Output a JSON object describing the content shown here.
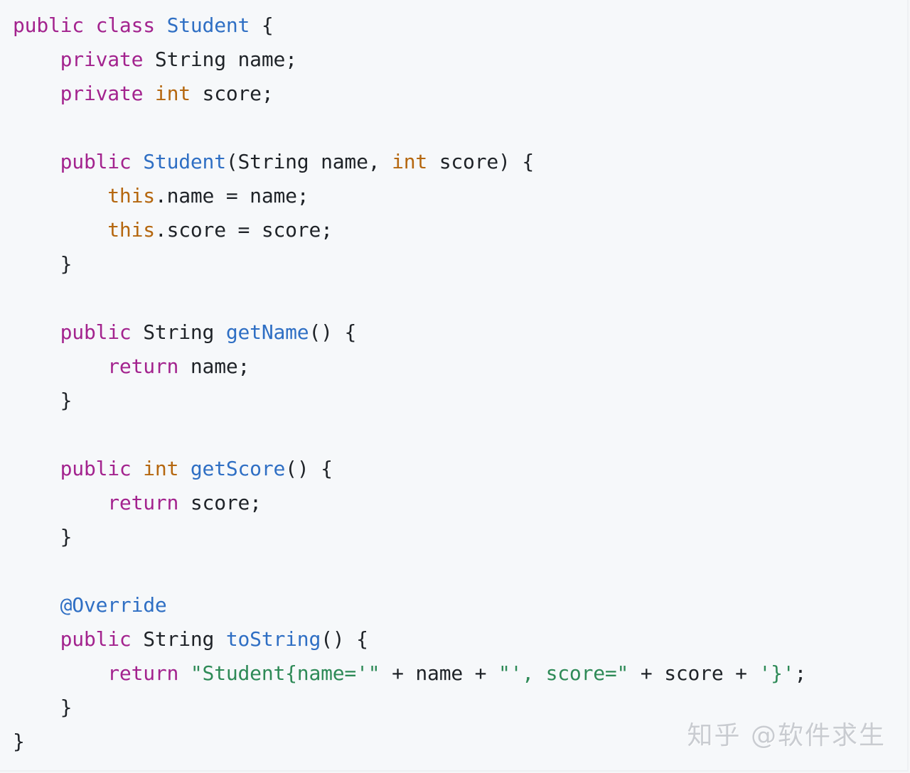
{
  "code": {
    "language": "java",
    "lines": [
      [
        {
          "t": "public ",
          "c": "kw"
        },
        {
          "t": "class ",
          "c": "kw"
        },
        {
          "t": "Student",
          "c": "fn"
        },
        {
          "t": " {",
          "c": "plain"
        }
      ],
      [
        {
          "t": "    ",
          "c": "plain"
        },
        {
          "t": "private ",
          "c": "kw"
        },
        {
          "t": "String name;",
          "c": "plain"
        }
      ],
      [
        {
          "t": "    ",
          "c": "plain"
        },
        {
          "t": "private ",
          "c": "kw"
        },
        {
          "t": "int",
          "c": "type"
        },
        {
          "t": " score;",
          "c": "plain"
        }
      ],
      [],
      [
        {
          "t": "    ",
          "c": "plain"
        },
        {
          "t": "public ",
          "c": "kw"
        },
        {
          "t": "Student",
          "c": "fn"
        },
        {
          "t": "(String name, ",
          "c": "plain"
        },
        {
          "t": "int",
          "c": "type"
        },
        {
          "t": " score) {",
          "c": "plain"
        }
      ],
      [
        {
          "t": "        ",
          "c": "plain"
        },
        {
          "t": "this",
          "c": "type"
        },
        {
          "t": ".name = name;",
          "c": "plain"
        }
      ],
      [
        {
          "t": "        ",
          "c": "plain"
        },
        {
          "t": "this",
          "c": "type"
        },
        {
          "t": ".score = score;",
          "c": "plain"
        }
      ],
      [
        {
          "t": "    }",
          "c": "plain"
        }
      ],
      [],
      [
        {
          "t": "    ",
          "c": "plain"
        },
        {
          "t": "public ",
          "c": "kw"
        },
        {
          "t": "String ",
          "c": "plain"
        },
        {
          "t": "getName",
          "c": "fn"
        },
        {
          "t": "() {",
          "c": "plain"
        }
      ],
      [
        {
          "t": "        ",
          "c": "plain"
        },
        {
          "t": "return ",
          "c": "kw"
        },
        {
          "t": "name;",
          "c": "plain"
        }
      ],
      [
        {
          "t": "    }",
          "c": "plain"
        }
      ],
      [],
      [
        {
          "t": "    ",
          "c": "plain"
        },
        {
          "t": "public ",
          "c": "kw"
        },
        {
          "t": "int ",
          "c": "type"
        },
        {
          "t": "getScore",
          "c": "fn"
        },
        {
          "t": "() {",
          "c": "plain"
        }
      ],
      [
        {
          "t": "        ",
          "c": "plain"
        },
        {
          "t": "return ",
          "c": "kw"
        },
        {
          "t": "score;",
          "c": "plain"
        }
      ],
      [
        {
          "t": "    }",
          "c": "plain"
        }
      ],
      [],
      [
        {
          "t": "    ",
          "c": "plain"
        },
        {
          "t": "@Override",
          "c": "ann"
        }
      ],
      [
        {
          "t": "    ",
          "c": "plain"
        },
        {
          "t": "public ",
          "c": "kw"
        },
        {
          "t": "String ",
          "c": "plain"
        },
        {
          "t": "toString",
          "c": "fn"
        },
        {
          "t": "() {",
          "c": "plain"
        }
      ],
      [
        {
          "t": "        ",
          "c": "plain"
        },
        {
          "t": "return ",
          "c": "kw"
        },
        {
          "t": "\"Student{name='\"",
          "c": "str"
        },
        {
          "t": " + name + ",
          "c": "plain"
        },
        {
          "t": "\"', score=\"",
          "c": "str"
        },
        {
          "t": " + score + ",
          "c": "plain"
        },
        {
          "t": "'}'",
          "c": "str"
        },
        {
          "t": ";",
          "c": "plain"
        }
      ],
      [
        {
          "t": "    }",
          "c": "plain"
        }
      ],
      [
        {
          "t": "}",
          "c": "plain"
        }
      ]
    ]
  },
  "colors": {
    "background": "#f6f8fa",
    "keyword": "#a3238e",
    "type": "#b5670f",
    "function": "#2f6fc4",
    "string": "#2e8a57",
    "text": "#1f2328",
    "watermark": "#c9ccd1"
  },
  "watermark": {
    "text": "知乎 @软件求生"
  }
}
